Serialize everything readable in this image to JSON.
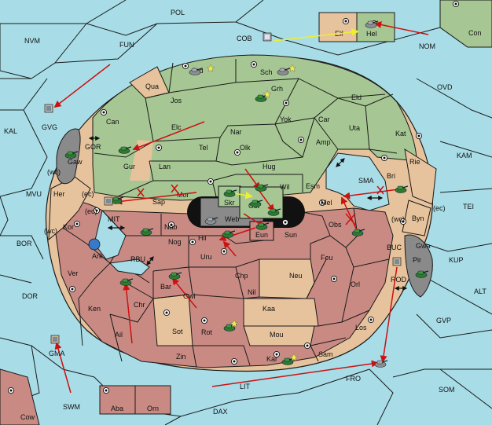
{
  "colors": {
    "sea": "#a8dde8",
    "north_land": "#a6c793",
    "south_land": "#c98a83",
    "neutral_land": "#e6c39c",
    "impassable": "#8a8a8a",
    "line": "#1a1a1a",
    "order_arrow": "#cc1111",
    "support_arrow": "#eeee33"
  },
  "labels": {
    "POL": "POL",
    "NVM": "NVM",
    "FUN": "FUN",
    "COB": "COB",
    "NOM": "NOM",
    "Con": "Con",
    "Elf": "Elf",
    "Hel": "Hel",
    "OVD": "OVD",
    "KAL": "KAL",
    "GVG": "GVG",
    "GOR": "GOR",
    "KAM": "KAM",
    "MVU": "MVU",
    "TEI": "TEI",
    "BOR": "BOR",
    "MIT": "MIT",
    "SMA": "SMA",
    "RBU": "RBU",
    "BUC": "BUC",
    "KUP": "KUP",
    "DOR": "DOR",
    "ALT": "ALT",
    "GVP": "GVP",
    "GMA": "GMA",
    "SOM": "SOM",
    "SWM": "SWM",
    "LIT": "LIT",
    "FRO": "FRO",
    "Cow": "Cow",
    "DAX": "DAX",
    "Aba": "Aba",
    "Orn": "Orn",
    "ROD": "ROD",
    "Jad": "Jad",
    "Sch": "Sch",
    "Qua": "Qua",
    "Jos": "Jos",
    "Grh": "Grh",
    "Eld": "Eld",
    "Can": "Can",
    "Yok": "Yok",
    "Car": "Car",
    "Uta": "Uta",
    "Elc": "Elc",
    "Nar": "Nar",
    "Kat": "Kat",
    "Tel": "Tel",
    "Olk": "Olk",
    "Amp": "Amp",
    "Gaw": "Gaw",
    "Gur": "Gur",
    "Lan": "Lan",
    "Hug": "Hug",
    "Rie": "Rie",
    "Bri": "Bri",
    "Wil": "Wil",
    "Esm": "Esm",
    "Her": "Her",
    "Sap": "Sap",
    "Mor": "Mor",
    "Skr": "Skr",
    "Ost": "Ost",
    "Mel": "Mel",
    "Web": "Web",
    "Byn": "Byn",
    "Kor": "Kor",
    "Nab": "Nab",
    "Obs": "Obs",
    "Eun": "Eun",
    "Sun": "Sun",
    "Gwa": "Gwa",
    "Hil": "Hil",
    "Nog": "Nog",
    "Ark": "Ark",
    "Pir": "Pir",
    "Uru": "Uru",
    "Feu": "Feu",
    "Ver": "Ver",
    "Chp": "Chp",
    "Neu": "Neu",
    "Orl": "Orl",
    "Bar": "Bar",
    "Gwi": "Gwi",
    "Nil": "Nil",
    "Ken": "Ken",
    "Chr": "Chr",
    "Kaa": "Kaa",
    "Ail": "Ail",
    "Sot": "Sot",
    "Rot": "Rot",
    "Los": "Los",
    "Mou": "Mou",
    "Zin": "Zin",
    "Sam": "Sam",
    "Kar": "Kar",
    "wc": "(wc)",
    "ec": "(ec)"
  }
}
